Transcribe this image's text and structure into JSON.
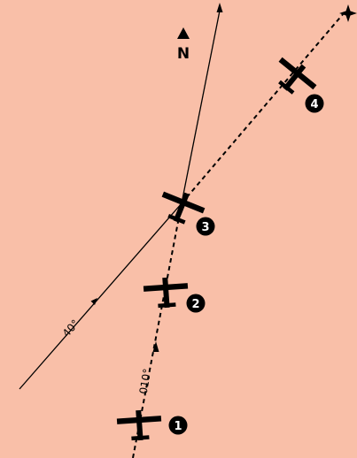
{
  "compass": {
    "north_label": "N"
  },
  "courses": [
    {
      "id": "dashed",
      "heading_label": "010°"
    },
    {
      "id": "solid",
      "heading_label": "40°"
    }
  ],
  "positions": [
    {
      "number": "1"
    },
    {
      "number": "2"
    },
    {
      "number": "3"
    },
    {
      "number": "4"
    }
  ]
}
